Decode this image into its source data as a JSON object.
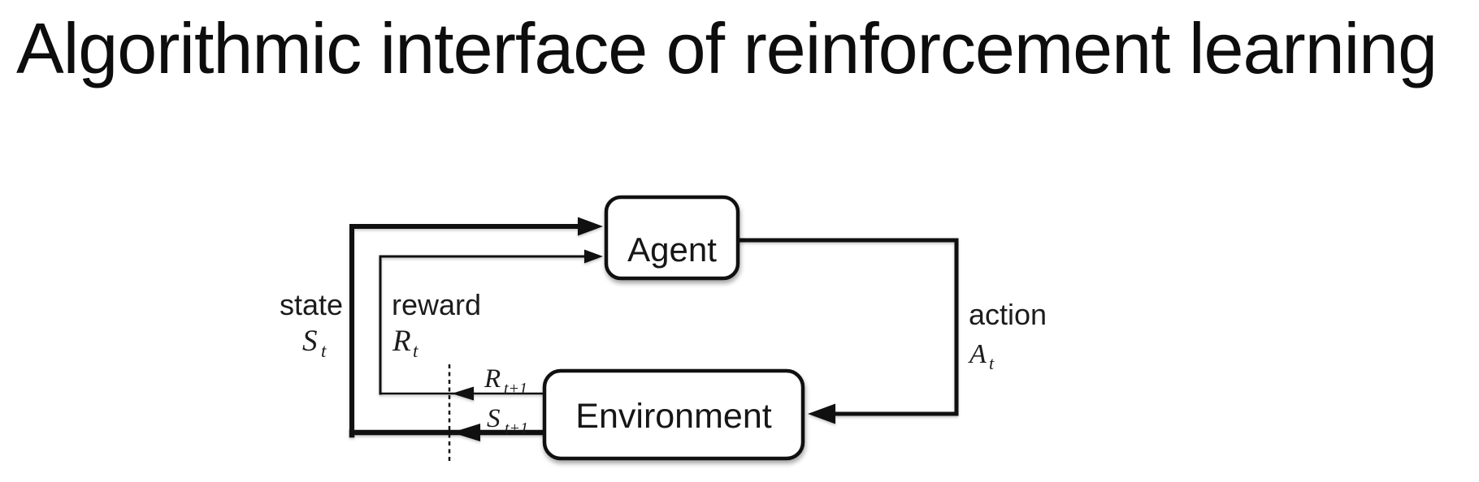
{
  "title": "Algorithmic interface of reinforcement learning",
  "diagram": {
    "agent_label": "Agent",
    "environment_label": "Environment",
    "state": {
      "label": "state",
      "symbol_main": "S",
      "symbol_sub": "t"
    },
    "reward": {
      "label": "reward",
      "symbol_main": "R",
      "symbol_sub": "t"
    },
    "action": {
      "label": "action",
      "symbol_main": "A",
      "symbol_sub": "t"
    },
    "next_reward": {
      "symbol_main": "R",
      "symbol_sub": "t+1"
    },
    "next_state": {
      "symbol_main": "S",
      "symbol_sub": "t+1"
    },
    "colors": {
      "line": "#101010",
      "box_fill": "#ffffff",
      "box_border": "#101010",
      "text": "#1c1c1c",
      "background": "#ffffff"
    }
  }
}
